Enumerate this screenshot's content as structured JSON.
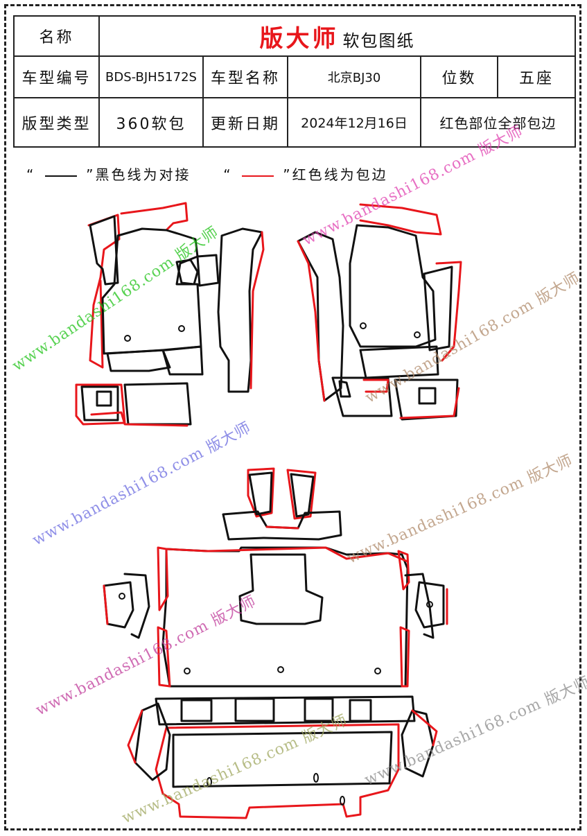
{
  "header": {
    "name_label": "名称",
    "title_main": "版大师",
    "title_sub": "软包图纸",
    "model_code_label": "车型编号",
    "model_code": "BDS-BJH5172S",
    "model_name_label": "车型名称",
    "model_name": "北京BJ30",
    "seats_label": "位数",
    "seats": "五座",
    "pattern_type_label": "版型类型",
    "pattern_type": "360软包",
    "update_date_label": "更新日期",
    "update_date": "2024年12月16日",
    "note": "红色部位全部包边"
  },
  "legend": {
    "black_open": "“",
    "black_close": "”黑色线为对接",
    "red_open": "“",
    "red_close": "”红色线为包边"
  },
  "watermarks": {
    "url": "www.bandashi168.com",
    "brand": "版大师"
  },
  "colors": {
    "red_edge": "#e8161b",
    "black_line": "#111111",
    "wm_green": "#22c41a",
    "wm_pink": "#e040b0",
    "wm_blue": "#6a6ae0",
    "wm_tan": "#b08a6a",
    "wm_olive": "#a0a860"
  }
}
